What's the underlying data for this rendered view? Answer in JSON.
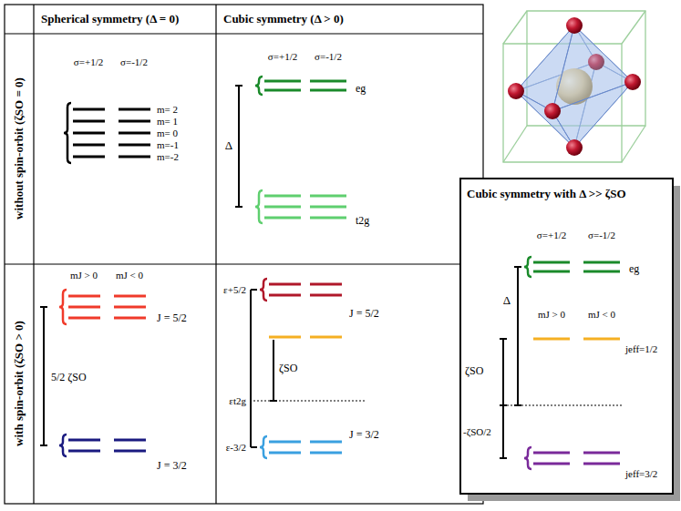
{
  "diagram": {
    "nodes": [
      {
        "text": [
          "Spherical symmetry (Δ = 0)"
        ]
      },
      {
        "text": [
          "Cubic symmetry (Δ > 0)"
        ]
      },
      {
        "text": [
          "without spin-orbit (ζSO = 0)"
        ]
      },
      {
        "text": [
          "with spin-orbit (ζSO > 0)"
        ]
      },
      {
        "text": [
          "σ=+1/2",
          "σ=-1/2",
          "m= 2",
          "m= 1",
          "m= 0",
          "m=-1",
          "m=-2"
        ]
      },
      {
        "text": [
          "σ=+1/2",
          "σ=-1/2",
          "eg",
          "Δ",
          "t2g"
        ]
      },
      {
        "text": [
          "mJ > 0",
          "mJ < 0",
          "J = 5/2",
          "5/2 ζSO",
          "J = 3/2"
        ]
      },
      {
        "text": [
          "ε+5/2",
          "J = 5/2",
          "ζSO",
          "εt2g",
          "ε-3/2",
          "J = 3/2"
        ]
      },
      {
        "text": [
          "Cubic symmetry with Δ >> ζSO",
          "σ=+1/2",
          "σ=-1/2",
          "eg",
          "Δ",
          "mJ > 0",
          "mJ < 0",
          "ζSO",
          "jeff=1/2",
          "-ζSO/2",
          "jeff=3/2"
        ]
      }
    ]
  }
}
